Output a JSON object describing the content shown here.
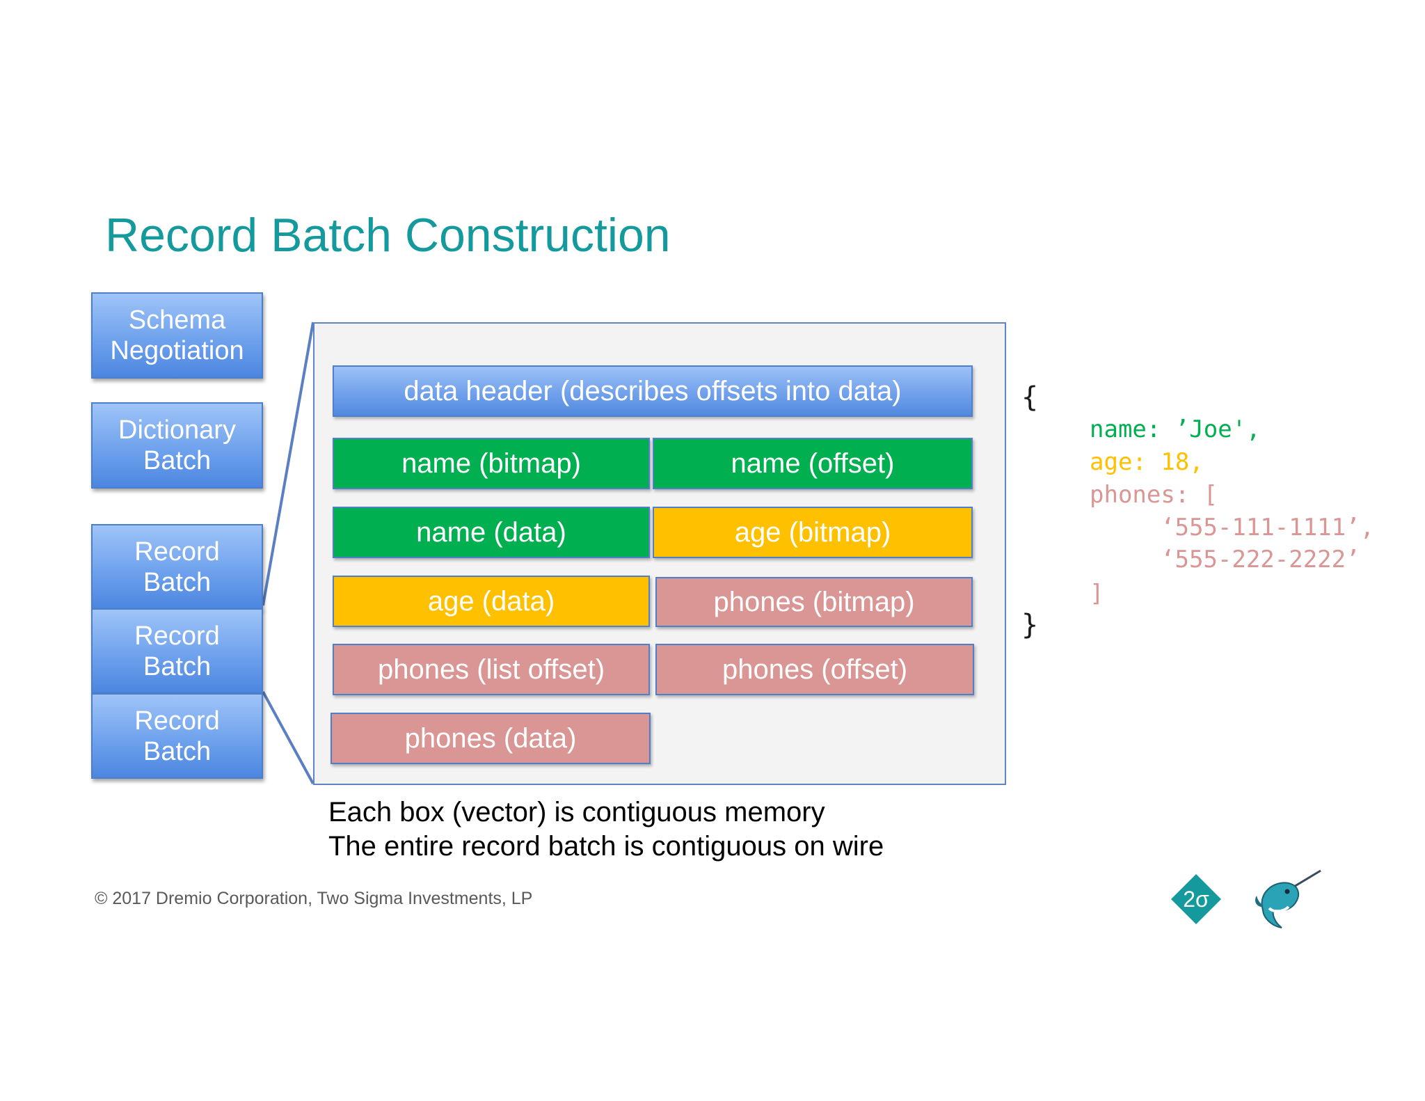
{
  "title": "Record Batch Construction",
  "stream": {
    "schema": [
      "Schema",
      "Negotiation"
    ],
    "dictionary": [
      "Dictionary",
      "Batch"
    ],
    "record_batches": [
      [
        "Record",
        "Batch"
      ],
      [
        "Record",
        "Batch"
      ],
      [
        "Record",
        "Batch"
      ]
    ]
  },
  "vectors": {
    "header": "data header (describes offsets into data)",
    "name_bitmap": "name (bitmap)",
    "name_offset": "name (offset)",
    "name_data": "name (data)",
    "age_bitmap": "age (bitmap)",
    "age_data": "age (data)",
    "phones_bitmap": "phones (bitmap)",
    "phones_list_offset": "phones (list offset)",
    "phones_offset": "phones (offset)",
    "phones_data": "phones (data)"
  },
  "captions": {
    "line1": "Each box (vector) is contiguous memory",
    "line2": "The entire record batch is contiguous on wire"
  },
  "record": {
    "open_brace": "{",
    "close_brace": "}",
    "name_line": "name: ’Joe',",
    "age_line": "age: 18,",
    "phones_line": "phones: [",
    "phone1_line": "‘555-111-1111’,",
    "phone2_line": "‘555-222-2222’",
    "close_bracket": "]"
  },
  "colors": {
    "title": "#14999c",
    "name": "#00b050",
    "age": "#ffc000",
    "phones": "#da9694",
    "header": "#6d9eea"
  },
  "footer": "© 2017 Dremio Corporation, Two Sigma Investments, LP",
  "logos": {
    "two_sigma": "2σ",
    "narwhal": "narwhal-icon"
  }
}
